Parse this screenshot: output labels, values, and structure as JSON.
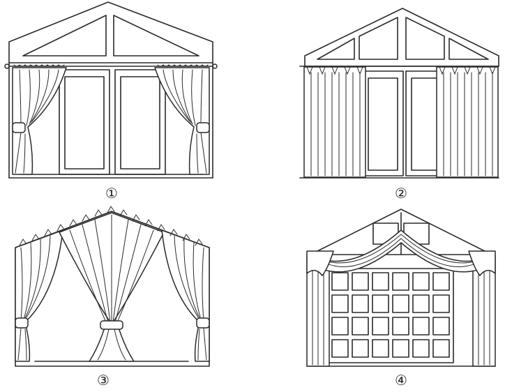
{
  "figures": [
    {
      "id": "1",
      "label": "①"
    },
    {
      "id": "2",
      "label": "②"
    },
    {
      "id": "3",
      "label": "③"
    },
    {
      "id": "4",
      "label": "④"
    }
  ]
}
